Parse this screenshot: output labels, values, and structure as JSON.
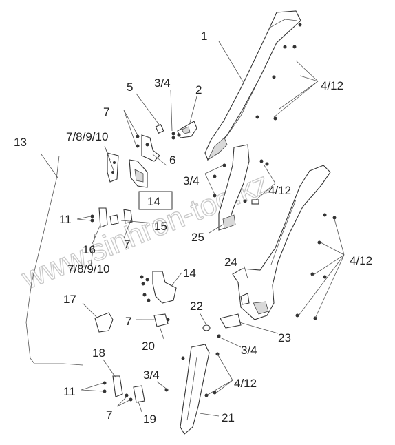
{
  "watermark": "www.sinhron-too.kz",
  "callouts": {
    "c1": "1",
    "c2": "2",
    "c3": "3/4",
    "c4": "4/12",
    "c5": "5",
    "c6": "6",
    "c7": "7",
    "c8": "7/8/9/10",
    "c9": "13",
    "c10": "3/4",
    "c11": "4/12",
    "c12": "14",
    "c13": "11",
    "c14": "15",
    "c15": "7",
    "c16": "25",
    "c17": "16",
    "c18": "7/8/9/10",
    "c19": "24",
    "c20": "4/12",
    "c21": "14",
    "c22": "17",
    "c23": "22",
    "c24": "7",
    "c25": "20",
    "c26": "23",
    "c27": "3/4",
    "c28": "18",
    "c29": "3/4",
    "c30": "4/12",
    "c31": "11",
    "c32": "7",
    "c33": "19",
    "c34": "21"
  }
}
